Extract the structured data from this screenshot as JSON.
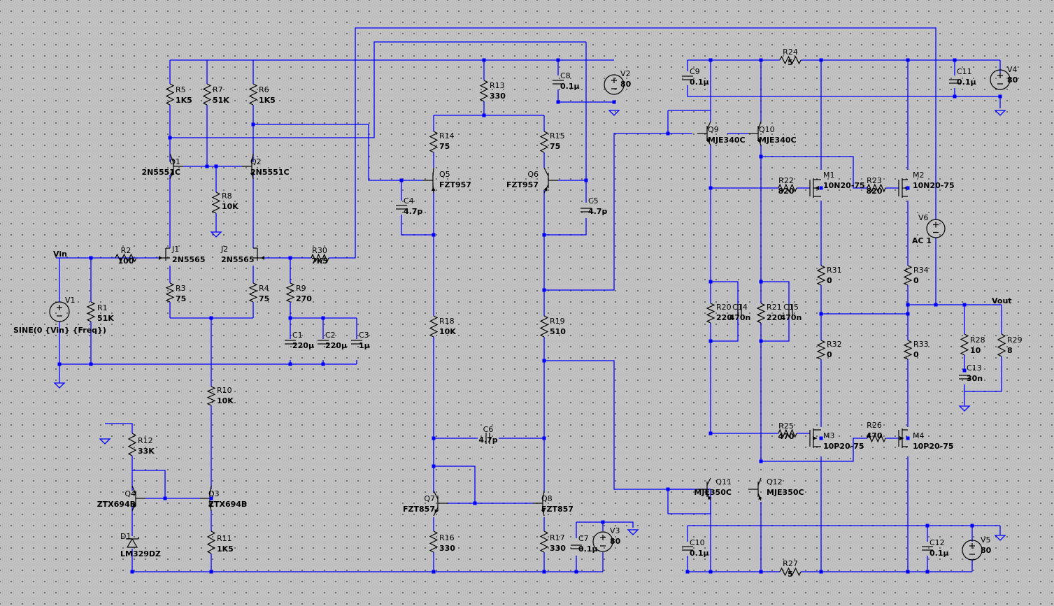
{
  "schematic": {
    "nets": {
      "vin": "Vin",
      "vout": "Vout"
    },
    "resistors": [
      {
        "ref": "R1",
        "value": "51K"
      },
      {
        "ref": "R2",
        "value": "100"
      },
      {
        "ref": "R3",
        "value": "75"
      },
      {
        "ref": "R4",
        "value": "75"
      },
      {
        "ref": "R5",
        "value": "1K5"
      },
      {
        "ref": "R6",
        "value": "1K5"
      },
      {
        "ref": "R7",
        "value": "51K"
      },
      {
        "ref": "R8",
        "value": "10K"
      },
      {
        "ref": "R9",
        "value": "270"
      },
      {
        "ref": "R10",
        "value": "10K"
      },
      {
        "ref": "R11",
        "value": "1K5"
      },
      {
        "ref": "R12",
        "value": "33K"
      },
      {
        "ref": "R13",
        "value": "330"
      },
      {
        "ref": "R14",
        "value": "75"
      },
      {
        "ref": "R15",
        "value": "75"
      },
      {
        "ref": "R16",
        "value": "330"
      },
      {
        "ref": "R17",
        "value": "330"
      },
      {
        "ref": "R18",
        "value": "10K"
      },
      {
        "ref": "R19",
        "value": "510"
      },
      {
        "ref": "R20",
        "value": "220"
      },
      {
        "ref": "R21",
        "value": "220"
      },
      {
        "ref": "R22",
        "value": "820"
      },
      {
        "ref": "R23",
        "value": "820"
      },
      {
        "ref": "R24",
        "value": "5"
      },
      {
        "ref": "R25",
        "value": "470"
      },
      {
        "ref": "R26",
        "value": "470"
      },
      {
        "ref": "R27",
        "value": "5"
      },
      {
        "ref": "R28",
        "value": "10"
      },
      {
        "ref": "R29",
        "value": "8"
      },
      {
        "ref": "R30",
        "value": "7K5"
      },
      {
        "ref": "R31",
        "value": "0"
      },
      {
        "ref": "R32",
        "value": "0"
      },
      {
        "ref": "R33",
        "value": "0"
      },
      {
        "ref": "R34",
        "value": "0"
      }
    ],
    "capacitors": [
      {
        "ref": "C1",
        "value": "220µ"
      },
      {
        "ref": "C2",
        "value": "220µ"
      },
      {
        "ref": "C3",
        "value": "1µ"
      },
      {
        "ref": "C4",
        "value": "4.7p"
      },
      {
        "ref": "C5",
        "value": "4.7p"
      },
      {
        "ref": "C6",
        "value": "4.7p"
      },
      {
        "ref": "C7",
        "value": "0.1µ"
      },
      {
        "ref": "C8",
        "value": "0.1µ"
      },
      {
        "ref": "C9",
        "value": "0.1µ"
      },
      {
        "ref": "C10",
        "value": "0.1µ"
      },
      {
        "ref": "C11",
        "value": "0.1µ"
      },
      {
        "ref": "C12",
        "value": "0.1µ"
      },
      {
        "ref": "C13",
        "value": "30n"
      },
      {
        "ref": "C14",
        "value": "470n"
      },
      {
        "ref": "C15",
        "value": "470n"
      }
    ],
    "transistors": [
      {
        "ref": "Q1",
        "model": "2N5551C"
      },
      {
        "ref": "Q2",
        "model": "2N5551C"
      },
      {
        "ref": "Q3",
        "model": "ZTX694B"
      },
      {
        "ref": "Q4",
        "model": "ZTX694B"
      },
      {
        "ref": "Q5",
        "model": "FZT957"
      },
      {
        "ref": "Q6",
        "model": "FZT957"
      },
      {
        "ref": "Q7",
        "model": "FZT857"
      },
      {
        "ref": "Q8",
        "model": "FZT857"
      },
      {
        "ref": "Q9",
        "model": "MJE340C"
      },
      {
        "ref": "Q10",
        "model": "MJE340C"
      },
      {
        "ref": "Q11",
        "model": "MJE350C"
      },
      {
        "ref": "Q12",
        "model": "MJE350C"
      },
      {
        "ref": "J1",
        "model": "2N5565"
      },
      {
        "ref": "J2",
        "model": "2N5565"
      },
      {
        "ref": "M1",
        "model": "10N20-75"
      },
      {
        "ref": "M2",
        "model": "10N20-75"
      },
      {
        "ref": "M3",
        "model": "10P20-75"
      },
      {
        "ref": "M4",
        "model": "10P20-75"
      }
    ],
    "diodes": [
      {
        "ref": "D1",
        "model": "LM329DZ"
      }
    ],
    "sources": [
      {
        "ref": "V1",
        "value": "SINE(0 {Vin} {Freq})"
      },
      {
        "ref": "V2",
        "value": "80"
      },
      {
        "ref": "V3",
        "value": "80"
      },
      {
        "ref": "V4",
        "value": "80"
      },
      {
        "ref": "V5",
        "value": "80"
      },
      {
        "ref": "V6",
        "value": "AC 1"
      }
    ]
  },
  "colors": {
    "wire": "#0000ff",
    "background": "#c0c0c0",
    "component": "#000000"
  }
}
